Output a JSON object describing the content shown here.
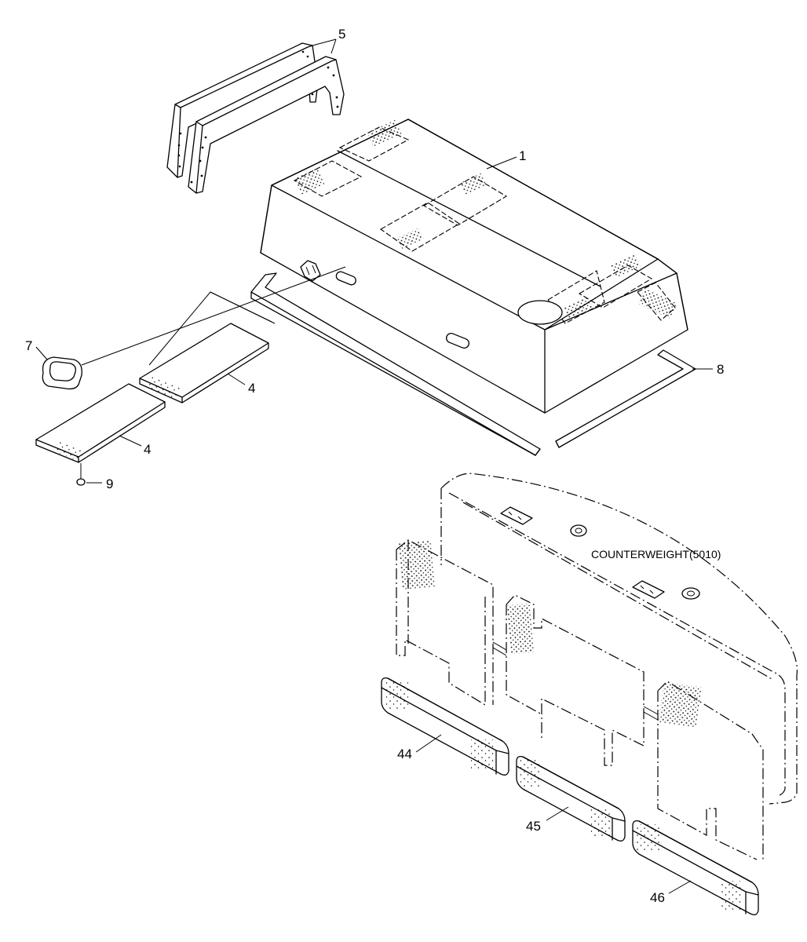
{
  "diagram": {
    "callouts": {
      "c1": "1",
      "c4a": "4",
      "c4b": "4",
      "c5": "5",
      "c7": "7",
      "c8": "8",
      "c9": "9",
      "c44": "44",
      "c45": "45",
      "c46": "46"
    },
    "note": "COUNTERWEIGHT(5010)"
  }
}
